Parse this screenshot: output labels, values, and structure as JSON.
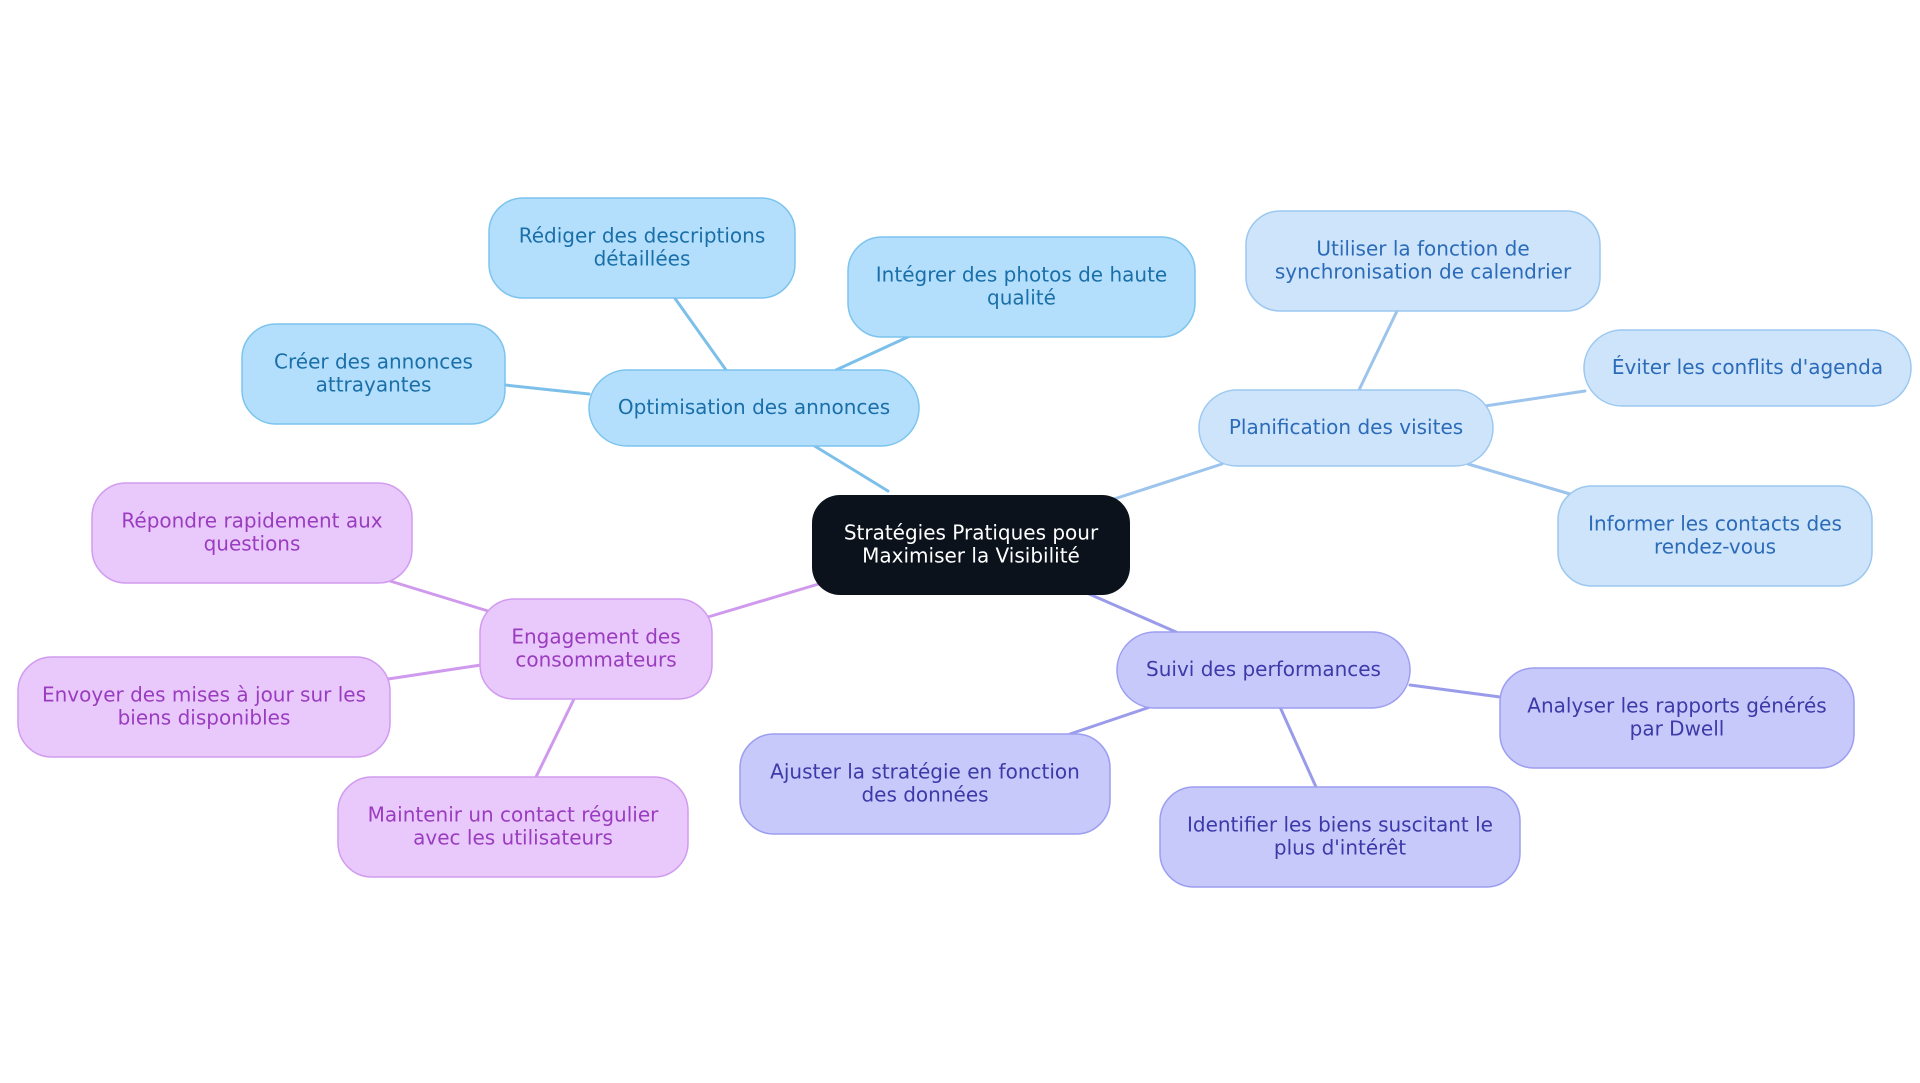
{
  "root": {
    "lines": [
      "Stratégies Pratiques pour",
      "Maximiser la Visibilité"
    ],
    "fill": "#0b121c",
    "text_color": "#ffffff"
  },
  "branches": [
    {
      "id": "optimisation",
      "lines": [
        "Optimisation des annonces"
      ],
      "fill": "#b3dffc",
      "stroke": "#7cc4ee",
      "text_color": "#1a6fa8",
      "edge_color": "#7cc0ea",
      "children": [
        {
          "id": "rediger",
          "lines": [
            "Rédiger des descriptions",
            "détaillées"
          ]
        },
        {
          "id": "integrer",
          "lines": [
            "Intégrer des photos de haute",
            "qualité"
          ]
        },
        {
          "id": "creer",
          "lines": [
            "Créer des annonces",
            "attrayantes"
          ]
        }
      ]
    },
    {
      "id": "planification",
      "lines": [
        "Planification des visites"
      ],
      "fill": "#cde4fb",
      "stroke": "#9cc8f0",
      "text_color": "#2b6bb8",
      "edge_color": "#9cc4ec",
      "children": [
        {
          "id": "utiliser",
          "lines": [
            "Utiliser la fonction de",
            "synchronisation de calendrier"
          ]
        },
        {
          "id": "eviter",
          "lines": [
            "Éviter les conflits d'agenda"
          ]
        },
        {
          "id": "informer",
          "lines": [
            "Informer les contacts des",
            "rendez-vous"
          ]
        }
      ]
    },
    {
      "id": "suivi",
      "lines": [
        "Suivi des performances"
      ],
      "fill": "#c8c9fb",
      "stroke": "#9c9ef0",
      "text_color": "#3b3aa8",
      "edge_color": "#9a9ceb",
      "children": [
        {
          "id": "analyser",
          "lines": [
            "Analyser les rapports générés",
            "par Dwell"
          ]
        },
        {
          "id": "ajuster",
          "lines": [
            "Ajuster la stratégie en fonction",
            "des données"
          ]
        },
        {
          "id": "identifier",
          "lines": [
            "Identifier les biens suscitant le",
            "plus d'intérêt"
          ]
        }
      ]
    },
    {
      "id": "engagement",
      "lines": [
        "Engagement des",
        "consommateurs"
      ],
      "fill": "#e9c9fb",
      "stroke": "#d19cf0",
      "text_color": "#9a3cc0",
      "edge_color": "#cf9aee",
      "children": [
        {
          "id": "repondre",
          "lines": [
            "Répondre rapidement aux",
            "questions"
          ]
        },
        {
          "id": "envoyer",
          "lines": [
            "Envoyer des mises à jour sur les",
            "biens disponibles"
          ]
        },
        {
          "id": "maintenir",
          "lines": [
            "Maintenir un contact régulier",
            "avec les utilisateurs"
          ]
        }
      ]
    }
  ]
}
